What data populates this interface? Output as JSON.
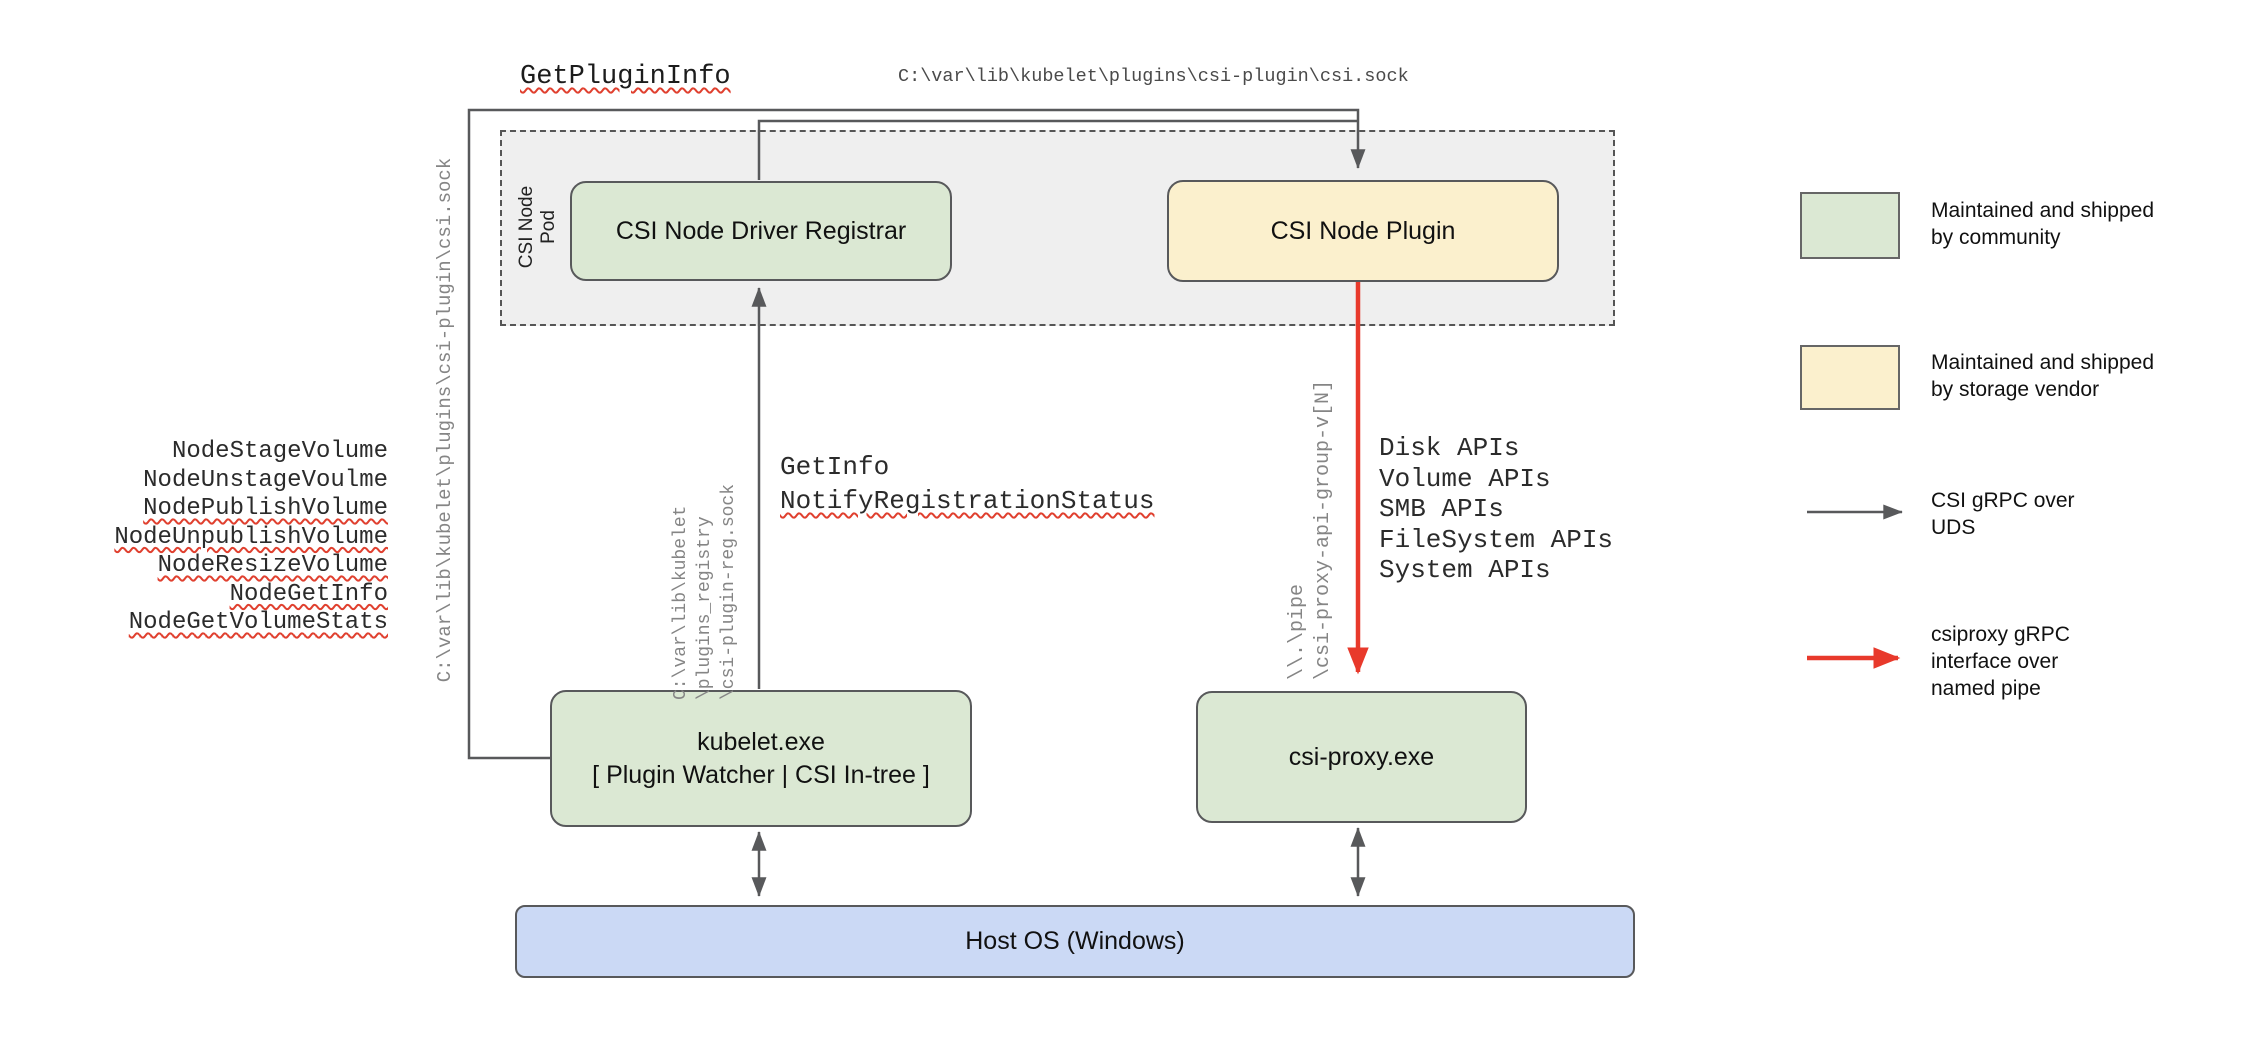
{
  "diagram": {
    "nodes": {
      "pod_label": "CSI Node Pod",
      "registrar": "CSI Node Driver Registrar",
      "plugin": "CSI Node Plugin",
      "kubelet_line1": "kubelet.exe",
      "kubelet_line2": "[ Plugin Watcher | CSI In-tree ]",
      "csi_proxy": "csi-proxy.exe",
      "host_os": "Host OS (Windows)"
    },
    "labels": {
      "get_plugin_info": "GetPluginInfo",
      "csi_sock_top": "C:\\var\\lib\\kubelet\\plugins\\csi-plugin\\csi.sock",
      "csi_sock_vertical": "C:\\var\\lib\\kubelet\\plugins\\csi-plugin\\csi.sock",
      "registry_sock": "C:\\var\\lib\\kubelet\n\\plugins_registry\n\\csi-plugin-reg.sock",
      "pipe_path": "\\\\.\\pipe\n\\csi-proxy-api-group-v[N]",
      "get_info": "GetInfo",
      "notify_registration_status": "NotifyRegistrationStatus"
    },
    "node_calls": [
      {
        "label": "NodeStageVolume"
      },
      {
        "label": "NodeUnstageVoulme"
      },
      {
        "label": "NodePublishVolume"
      },
      {
        "label": "NodeUnpublishVolume"
      },
      {
        "label": "NodeResizeVolume"
      },
      {
        "label": "NodeGetInfo"
      },
      {
        "label": "NodeGetVolumeStats"
      }
    ],
    "proxy_apis": [
      "Disk APIs",
      "Volume APIs",
      "SMB APIs",
      "FileSystem APIs",
      "System APIs"
    ],
    "legend": [
      {
        "swatch": "green-box",
        "label": "Maintained and shipped\nby community"
      },
      {
        "swatch": "yellow-box",
        "label": "Maintained and shipped\nby storage vendor"
      },
      {
        "swatch": "gray-arrow",
        "label": "CSI gRPC over\nUDS"
      },
      {
        "swatch": "red-arrow",
        "label": "csiproxy gRPC\ninterface over\nnamed pipe"
      }
    ],
    "colors": {
      "community_green": "#dbe8d3",
      "vendor_yellow": "#fbf0cd",
      "host_blue": "#cbd9f5",
      "grpc_gray": "#58595b",
      "pipe_red": "#e8392b"
    }
  }
}
